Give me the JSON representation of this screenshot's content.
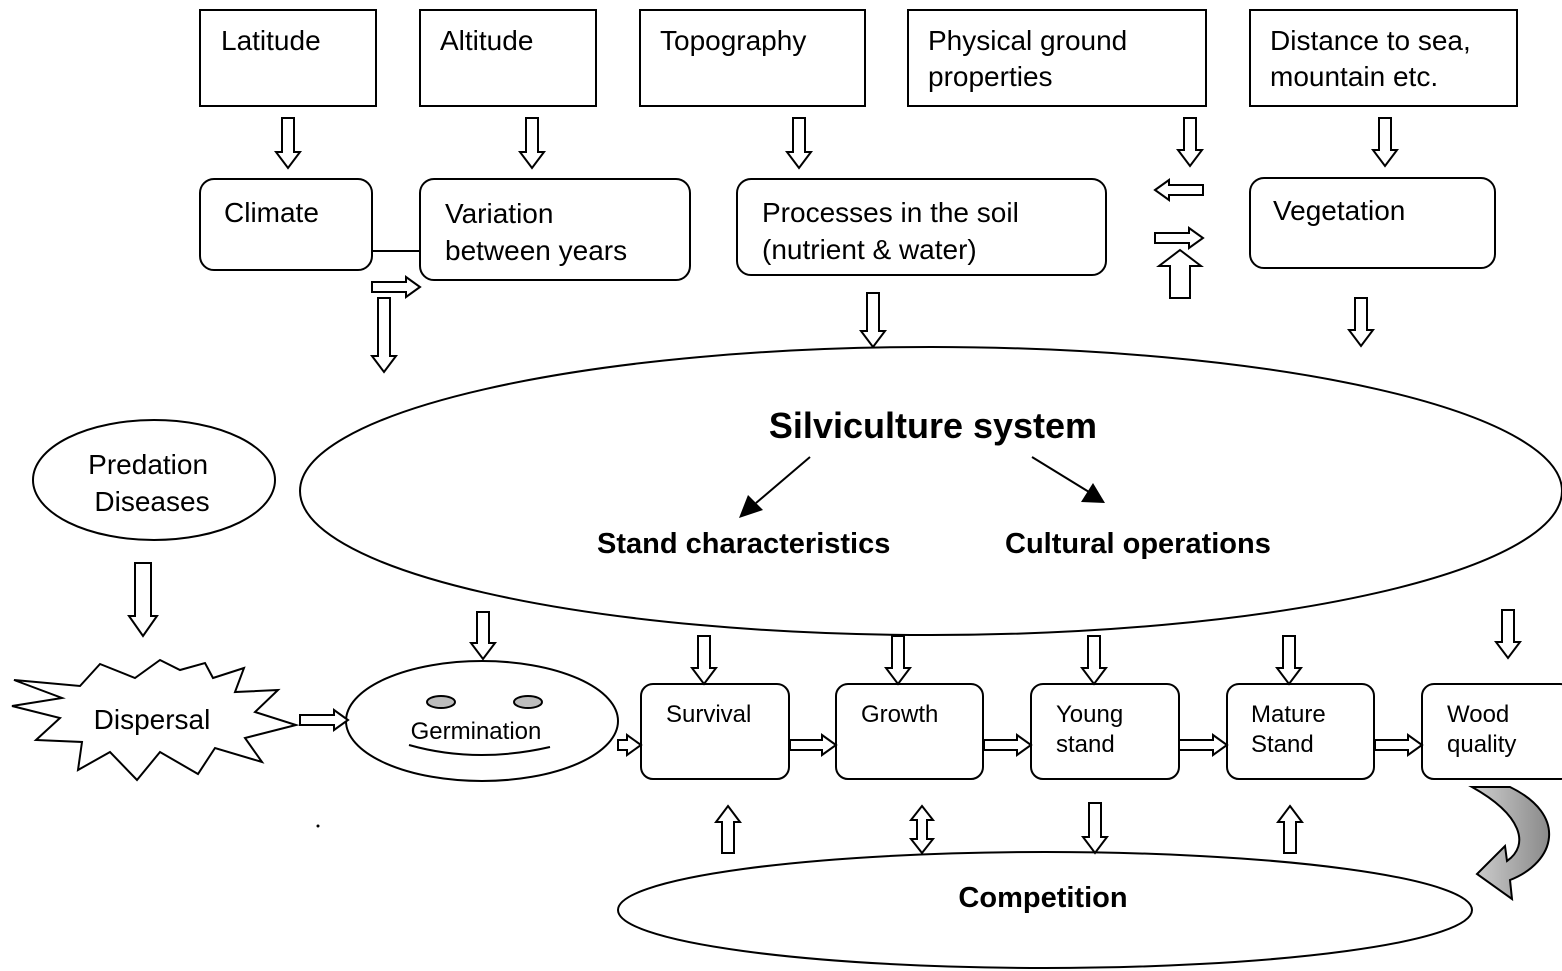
{
  "factors": {
    "latitude": "Latitude",
    "altitude": "Altitude",
    "topography": "Topography",
    "physical_ground": [
      "Physical ground",
      "properties"
    ],
    "distance": [
      "Distance to sea,",
      "mountain etc."
    ]
  },
  "processes": {
    "climate": "Climate",
    "variation": [
      "Variation",
      "between years"
    ],
    "soil": [
      "Processes in the soil",
      "(nutrient & water)"
    ],
    "vegetation": "Vegetation"
  },
  "silviculture": {
    "title": "Silviculture system",
    "stand_characteristics": "Stand characteristics",
    "cultural_operations": "Cultural operations"
  },
  "predation": [
    "Predation",
    "Diseases"
  ],
  "stages": {
    "dispersal": "Dispersal",
    "germination": "Germination",
    "survival": "Survival",
    "growth": "Growth",
    "young_stand": [
      "Young",
      "stand"
    ],
    "mature_stand": [
      "Mature",
      "Stand"
    ],
    "wood_quality": [
      "Wood",
      "quality"
    ]
  },
  "competition": "Competition"
}
